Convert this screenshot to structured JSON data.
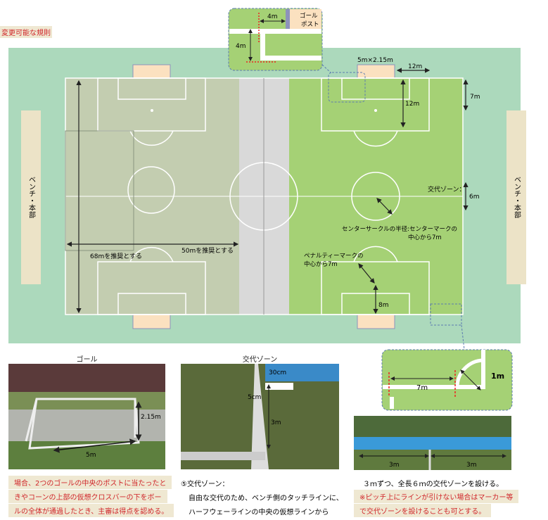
{
  "header": {
    "tag": "変更可能な規則"
  },
  "field": {
    "bench_left": "ベンチ・本部",
    "bench_right": "ベンチ・本部",
    "width_label": "68mを推奨とする",
    "length_label": "50mを推奨とする",
    "goal_size": "5m×2.15m",
    "dim_12m_top": "12m",
    "dim_12m_side": "12m",
    "dim_7m": "7m",
    "sub_zone_label": "交代ゾーン：",
    "dim_6m": "6m",
    "center_radius_line1": "センターサークルの半径:センターマークの",
    "center_radius_line2": "中心から7m",
    "penalty_line1": "ペナルティーマークの",
    "penalty_line2": "中心から7m",
    "dim_8m": "8m"
  },
  "inset_top": {
    "dim_h": "4m",
    "dim_v": "4m",
    "goalpost_1": "ゴール",
    "goalpost_2": "ポスト"
  },
  "inset_bottom": {
    "dim_7m": "7m",
    "dim_1m": "1m"
  },
  "photos": {
    "goal": {
      "title": "ゴール",
      "height": "2.15m",
      "width": "5m"
    },
    "zone": {
      "title": "交代ゾーン",
      "w30": "30cm",
      "w5": "5cm",
      "h3": "3m"
    },
    "zone2": {
      "left": "3m",
      "right": "3m"
    }
  },
  "text": {
    "col1": [
      "場合、2つのゴールの中央のポストに当たったと",
      "きやコーンの上部の仮想クロスバーの下をボー",
      "ルの全体が通過したとき、主審は得点を認める。"
    ],
    "col2": [
      "⑤交代ゾーン：",
      "自由な交代のため、ベンチ側のタッチラインに、",
      "ハーフウェーラインの中央の仮想ラインから"
    ],
    "col3": [
      "３ｍずつ、全長６ｍの交代ゾーンを設ける。",
      "※ピッチ上にラインが引けない場合はマーカー等",
      "で交代ゾーンを設けることも可とする。"
    ]
  }
}
